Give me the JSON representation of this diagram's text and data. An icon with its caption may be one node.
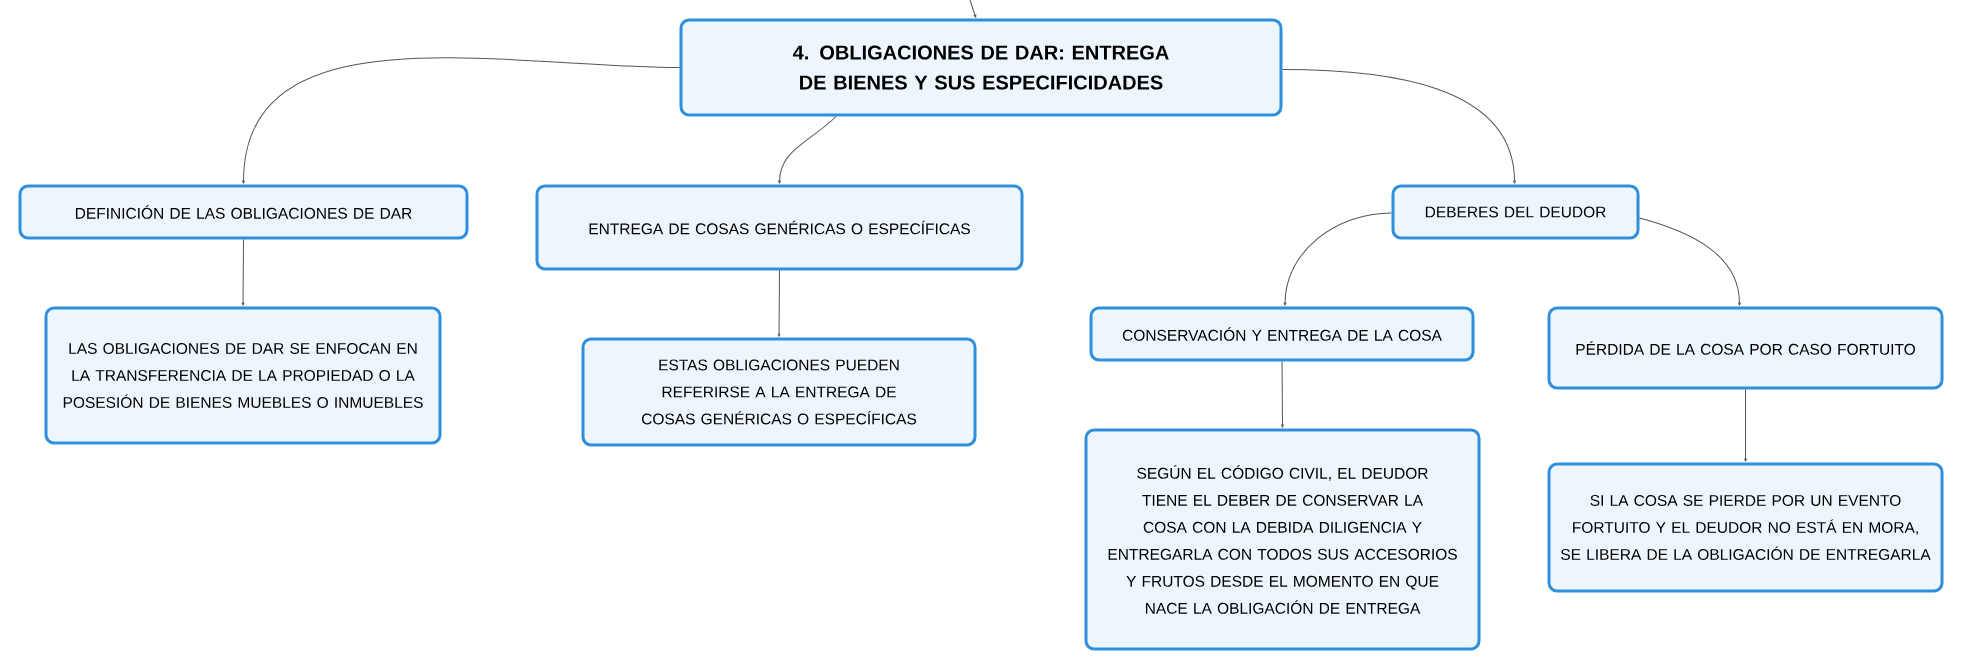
{
  "diagram": {
    "nodes": [
      {
        "text": [
          "4. OBLIGACIONES DE DAR: ENTREGA DE BIENES Y SUS ESPECIFICIDADES"
        ]
      },
      {
        "text": [
          "DEFINICIÓN DE LAS OBLIGACIONES DE DAR"
        ]
      },
      {
        "text": [
          "LAS OBLIGACIONES DE DAR SE ENFOCAN EN LA TRANSFERENCIA DE LA PROPIEDAD O LA POSESIÓN DE BIENES MUEBLES O INMUEBLES"
        ]
      },
      {
        "text": [
          "ENTREGA DE COSAS GENÉRICAS O ESPECÍFICAS"
        ]
      },
      {
        "text": [
          "ESTAS OBLIGACIONES PUEDEN REFERIRSE A LA ENTREGA DE COSAS GENÉRICAS O ESPECÍFICAS"
        ]
      },
      {
        "text": [
          "DEBERES DEL DEUDOR"
        ]
      },
      {
        "text": [
          "CONSERVACIÓN Y ENTREGA DE LA COSA"
        ]
      },
      {
        "text": [
          "SEGÚN EL CÓDIGO CIVIL, EL DEUDOR TIENE EL DEBER DE CONSERVAR LA COSA CON LA DEBIDA DILIGENCIA Y ENTREGARLA CON TODOS SUS ACCESORIOS Y FRUTOS DESDE EL MOMENTO EN QUE NACE LA OBLIGACIÓN DE ENTREGA"
        ]
      },
      {
        "text": [
          "PÉRDIDA DE LA COSA POR CASO FORTUITO"
        ]
      },
      {
        "text": [
          "SI LA COSA SE PIERDE POR UN EVENTO FORTUITO Y EL DEUDOR NO ESTÁ EN MORA, SE LIBERA DE LA OBLIGACIÓN DE ENTREGARLA"
        ]
      }
    ],
    "edges": [
      {
        "from": null,
        "to": 0,
        "arrow": "to"
      },
      {
        "from": 0,
        "to": 1,
        "arrow": "to"
      },
      {
        "from": 0,
        "to": 3,
        "arrow": "to"
      },
      {
        "from": 0,
        "to": 5,
        "arrow": "to"
      },
      {
        "from": 1,
        "to": 2,
        "arrow": "to"
      },
      {
        "from": 3,
        "to": 4,
        "arrow": "to"
      },
      {
        "from": 5,
        "to": 6,
        "arrow": "to"
      },
      {
        "from": 5,
        "to": 8,
        "arrow": "to"
      },
      {
        "from": 6,
        "to": 7,
        "arrow": "to"
      },
      {
        "from": 8,
        "to": 9,
        "arrow": "to"
      }
    ]
  }
}
